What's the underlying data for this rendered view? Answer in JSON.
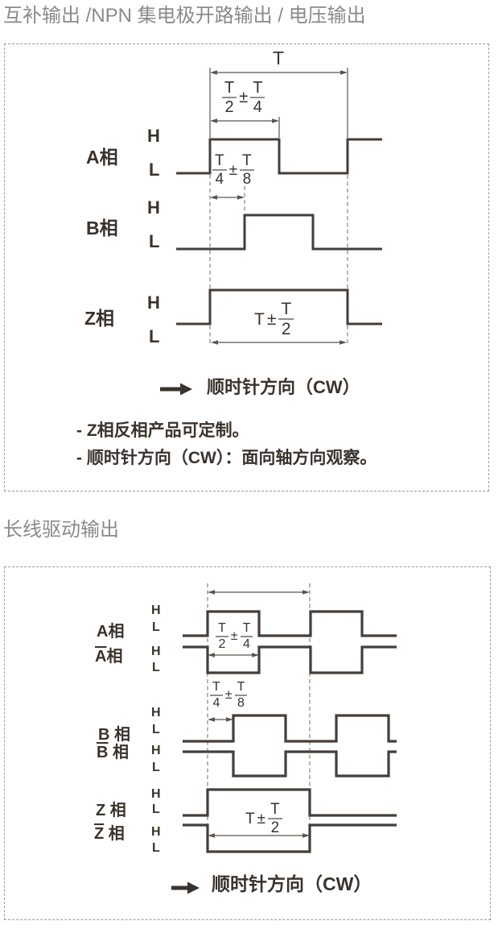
{
  "colors": {
    "title_gray": "#8a8a8a",
    "ink": "#3a332d",
    "waveform_line": "#453e39",
    "dim_line": "#5a534d",
    "dashed_guide": "#8b847c",
    "box_border": "#9c9c9c"
  },
  "s1": {
    "title": "互补输出 /NPN 集电极开路输出 / 电压输出",
    "t": "T",
    "h": "H",
    "l": "L",
    "phase_a": "A相",
    "phase_b": "B相",
    "phase_z": "Z相",
    "frac_a_high": {
      "n1": "T",
      "d1": "2",
      "op": "±",
      "n2": "T",
      "d2": "4"
    },
    "frac_ab_shift": {
      "n1": "T",
      "d1": "4",
      "op": "±",
      "n2": "T",
      "d2": "8"
    },
    "frac_z_width": {
      "lead": "T",
      "op": "±",
      "n": "T",
      "d": "2"
    },
    "cw": "顺时针方向（CW）",
    "notes": [
      "- Z相反相产品可定制。",
      "- 顺时针方向（CW）：面向轴方向观察。"
    ]
  },
  "s2": {
    "title": "长线驱动输出",
    "h": "H",
    "l": "L",
    "phase_a": "A相",
    "phase_a_inv": {
      "letter": "A",
      "suffix": "相"
    },
    "phase_b": "B 相",
    "phase_b_inv": {
      "letter": "B",
      "suffix": " 相"
    },
    "phase_z": "Z 相",
    "phase_z_inv": {
      "letter": "Z",
      "suffix": " 相"
    },
    "frac_a_high": {
      "n1": "T",
      "d1": "2",
      "op": "±",
      "n2": "T",
      "d2": "4"
    },
    "frac_ab_shift": {
      "n1": "T",
      "d1": "4",
      "op": "±",
      "n2": "T",
      "d2": "8"
    },
    "frac_z_width": {
      "lead": "T",
      "op": "±",
      "n": "T",
      "d": "2"
    },
    "cw": "顺时针方向（CW）"
  }
}
